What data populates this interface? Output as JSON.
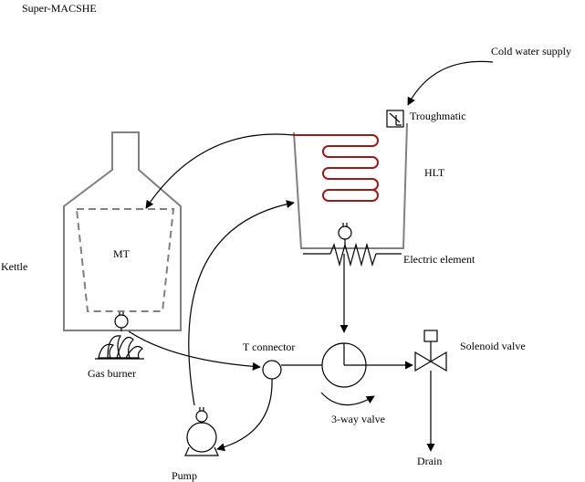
{
  "title": "Super-MACSHE",
  "labels": {
    "cold_water_supply": "Cold water supply",
    "troughmatic": "Troughmatic",
    "hlt": "HLT",
    "kettle": "Kettle",
    "mt": "MT",
    "electric_element": "Electric element",
    "t_connector": "T connector",
    "solenoid_valve": "Solenoid valve",
    "gas_burner": "Gas burner",
    "three_way_valve": "3-way valve",
    "pump": "Pump",
    "drain": "Drain"
  },
  "colors": {
    "line": "#000000",
    "vessel": "#808080",
    "coil": "#9b1b1b"
  }
}
